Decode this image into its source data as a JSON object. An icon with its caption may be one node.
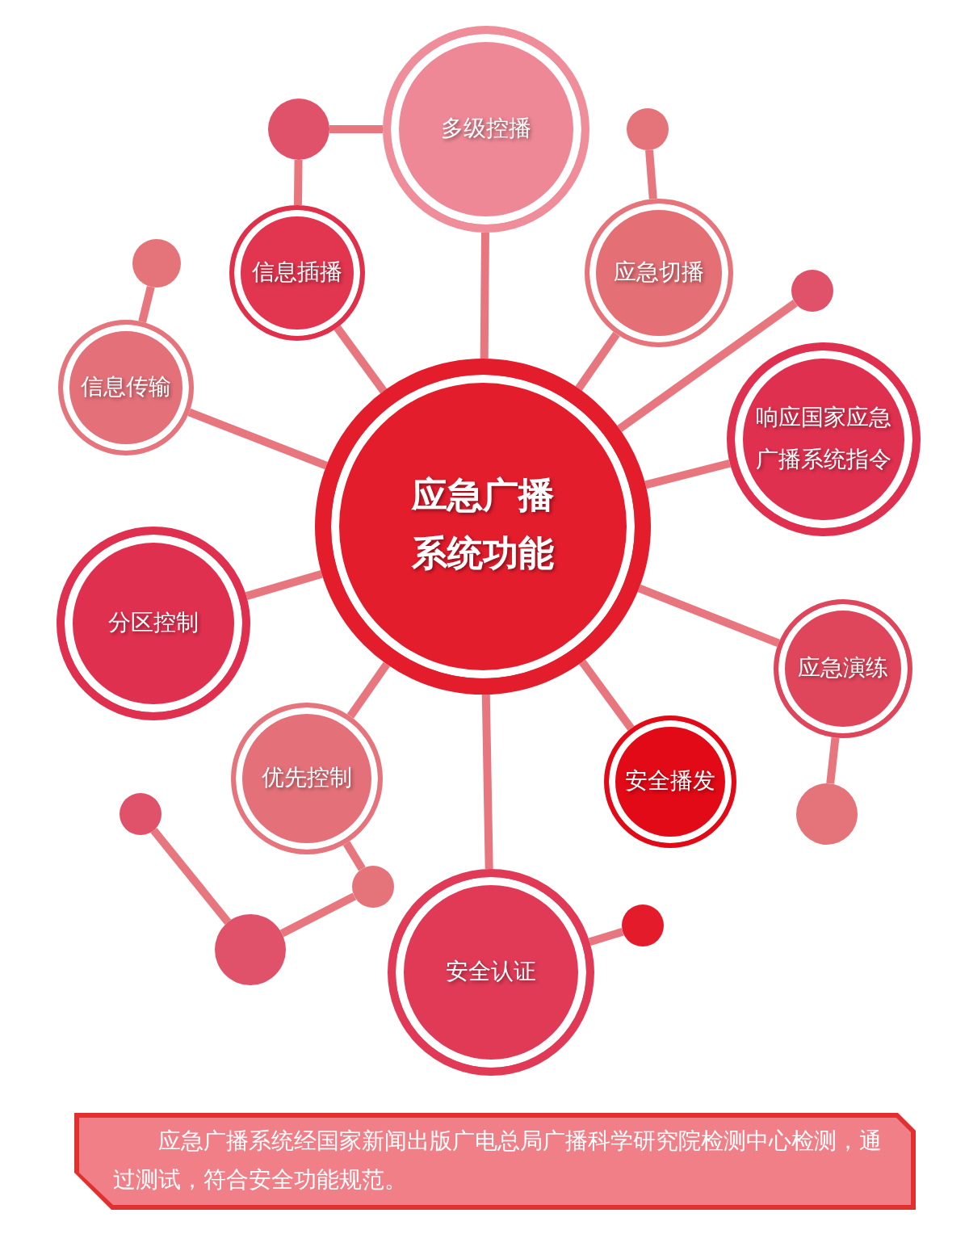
{
  "diagram": {
    "caption": "应急广播系统经国家新闻出版广电总局广播科学研究院检测中心检测，通过测试，符合安全功能规范。",
    "nodes": [
      {
        "text": [
          "应急广播系统功能"
        ]
      },
      {
        "text": [
          "多级控播"
        ]
      },
      {
        "text": [
          "信息插播"
        ]
      },
      {
        "text": [
          "应急切播"
        ]
      },
      {
        "text": [
          "信息传输"
        ]
      },
      {
        "text": [
          "响应国家应急广播系统指令"
        ]
      },
      {
        "text": [
          "分区控制"
        ]
      },
      {
        "text": [
          "应急演练"
        ]
      },
      {
        "text": [
          "优先控制"
        ]
      },
      {
        "text": [
          "安全播发"
        ]
      },
      {
        "text": [
          "安全认证"
        ]
      },
      {
        "text": [],
        "shape": "circle"
      },
      {
        "text": [],
        "shape": "circle"
      },
      {
        "text": [],
        "shape": "circle"
      },
      {
        "text": [],
        "shape": "circle"
      },
      {
        "text": [],
        "shape": "circle"
      },
      {
        "text": [],
        "shape": "circle"
      },
      {
        "text": [],
        "shape": "circle"
      },
      {
        "text": [],
        "shape": "circle"
      },
      {
        "text": [],
        "shape": "circle"
      }
    ],
    "edges": [
      {
        "from": 0,
        "to": 1,
        "arrow": "none"
      },
      {
        "from": 0,
        "to": 2,
        "arrow": "none"
      },
      {
        "from": 0,
        "to": 3,
        "arrow": "none"
      },
      {
        "from": 0,
        "to": 14,
        "arrow": "none"
      },
      {
        "from": 0,
        "to": 5,
        "arrow": "none"
      },
      {
        "from": 0,
        "to": 4,
        "arrow": "none"
      },
      {
        "from": 0,
        "to": 6,
        "arrow": "none"
      },
      {
        "from": 0,
        "to": 7,
        "arrow": "none"
      },
      {
        "from": 0,
        "to": 8,
        "arrow": "none"
      },
      {
        "from": 0,
        "to": 9,
        "arrow": "none"
      },
      {
        "from": 0,
        "to": 10,
        "arrow": "none"
      },
      {
        "from": 2,
        "to": 11,
        "arrow": "none"
      },
      {
        "from": 11,
        "to": 1,
        "arrow": "none"
      },
      {
        "from": 3,
        "to": 12,
        "arrow": "none"
      },
      {
        "from": 4,
        "to": 13,
        "arrow": "none"
      },
      {
        "from": 7,
        "to": 16,
        "arrow": "none"
      },
      {
        "from": 8,
        "to": 17,
        "arrow": "none"
      },
      {
        "from": 17,
        "to": 19,
        "arrow": "none"
      },
      {
        "from": 19,
        "to": 15,
        "arrow": "none"
      },
      {
        "from": 10,
        "to": 18,
        "arrow": "none"
      }
    ]
  }
}
